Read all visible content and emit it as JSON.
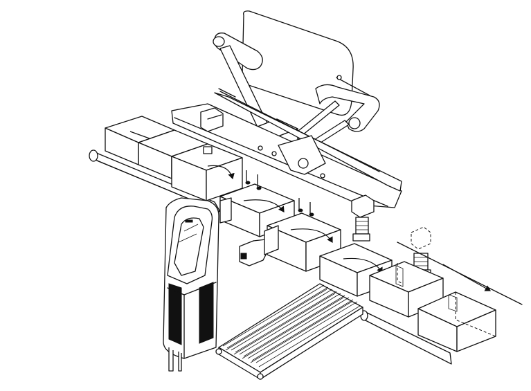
{
  "drawing": {
    "style": "isometric line drawing",
    "stroke_color": "#111111",
    "background_color": "#ffffff",
    "components": [
      "infeed-conveyor",
      "robot-arm",
      "gantry-rail",
      "vacuum-gripper",
      "roller-conveyor",
      "control-cabinet",
      "outfeed-conveyor",
      "sensor-box"
    ]
  }
}
